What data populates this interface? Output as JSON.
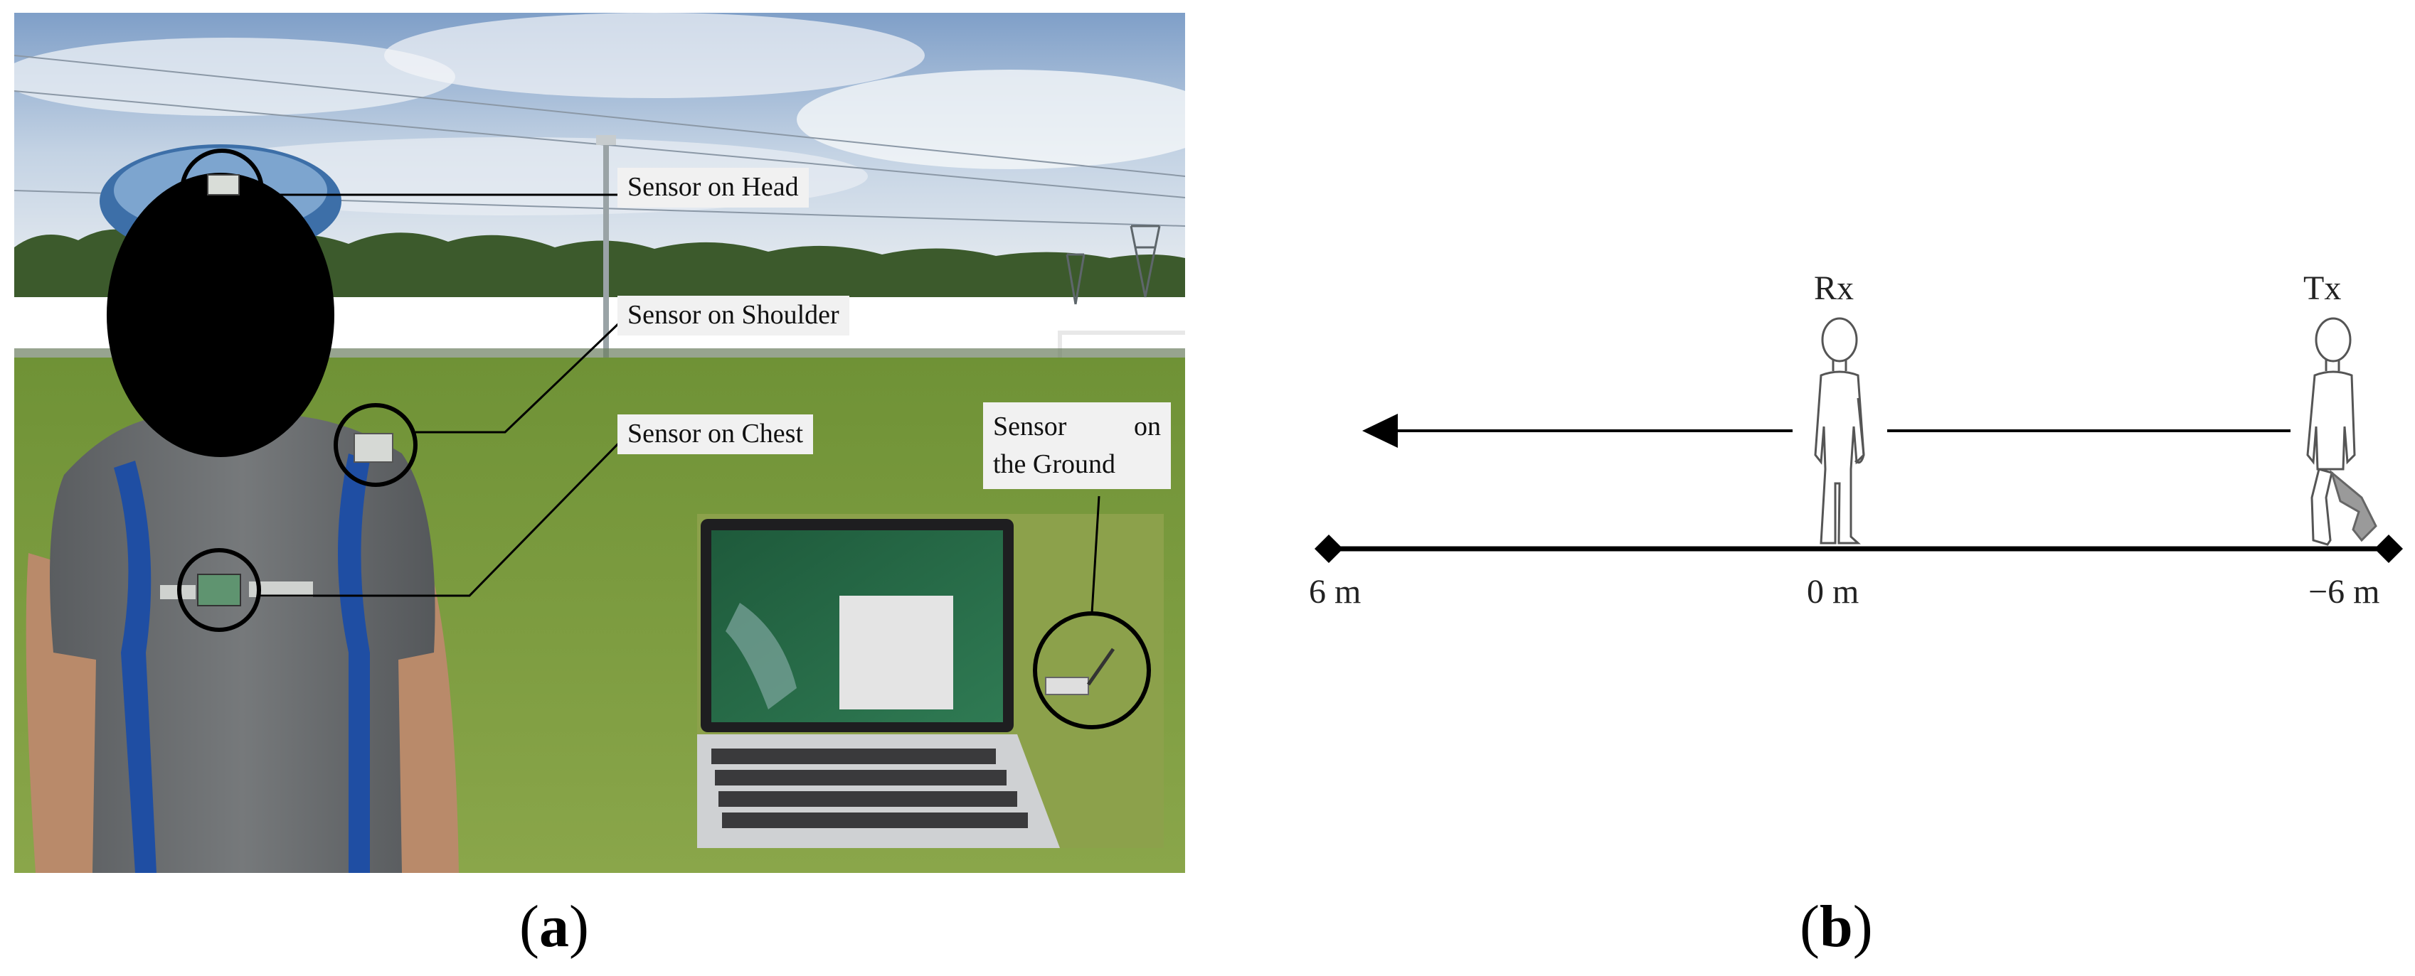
{
  "panel_a": {
    "labels": {
      "head": "Sensor on Head",
      "shoulder": "Sensor on Shoulder",
      "chest": "Sensor on Chest",
      "ground_word1": "Sensor",
      "ground_word2": "on",
      "ground_line2": "the Ground"
    },
    "caption": {
      "open": "(",
      "letter": "a",
      "close": ")"
    }
  },
  "panel_b": {
    "receiver_label": "Rx",
    "transmitter_label": "Tx",
    "ticks": [
      "6 m",
      "0 m",
      "−6 m"
    ],
    "caption": {
      "open": "(",
      "letter": "b",
      "close": ")"
    }
  },
  "colors": {
    "sky": "#9fb9d6",
    "grass": "#7a9a3c",
    "shirt": "#6b6e70",
    "shirt_stripe": "#1f4ea3",
    "skin": "#b98a6a",
    "label_bg": "#f1f1f1"
  }
}
